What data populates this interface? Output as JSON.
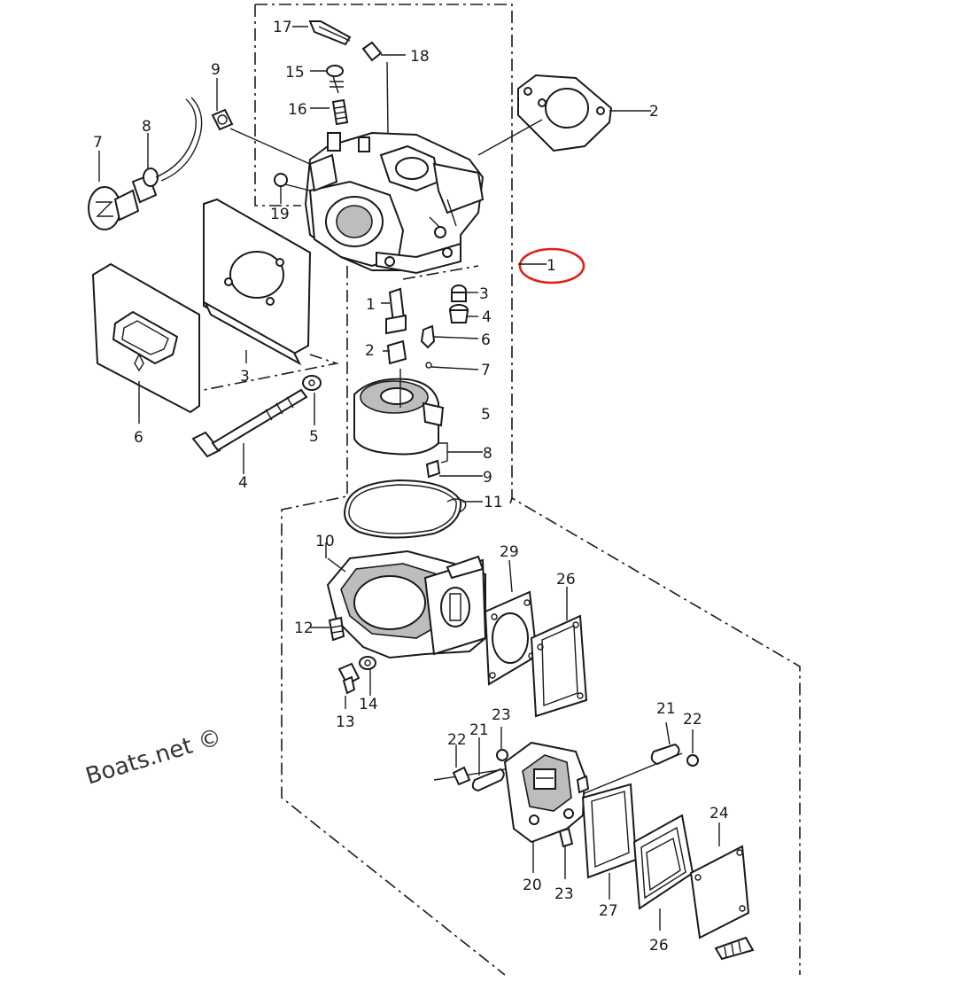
{
  "watermark": "Boats.net ©",
  "highlight_color": "#e0221b",
  "callouts": [
    {
      "id": "17",
      "text": "17"
    },
    {
      "id": "18",
      "text": "18"
    },
    {
      "id": "15",
      "text": "15"
    },
    {
      "id": "16",
      "text": "16"
    },
    {
      "id": "9a",
      "text": "9"
    },
    {
      "id": "8a",
      "text": "8"
    },
    {
      "id": "7a",
      "text": "7"
    },
    {
      "id": "2a",
      "text": "2"
    },
    {
      "id": "19",
      "text": "19"
    },
    {
      "id": "1a",
      "text": "1"
    },
    {
      "id": "1b",
      "text": "1"
    },
    {
      "id": "3a",
      "text": "3"
    },
    {
      "id": "3b",
      "text": "3"
    },
    {
      "id": "4a",
      "text": "4"
    },
    {
      "id": "4b",
      "text": "4"
    },
    {
      "id": "6a",
      "text": "6"
    },
    {
      "id": "6b",
      "text": "6"
    },
    {
      "id": "2b",
      "text": "2"
    },
    {
      "id": "7b",
      "text": "7"
    },
    {
      "id": "5a",
      "text": "5"
    },
    {
      "id": "5b",
      "text": "5"
    },
    {
      "id": "8b",
      "text": "8"
    },
    {
      "id": "9b",
      "text": "9"
    },
    {
      "id": "11",
      "text": "11"
    },
    {
      "id": "10",
      "text": "10"
    },
    {
      "id": "29",
      "text": "29"
    },
    {
      "id": "26a",
      "text": "26"
    },
    {
      "id": "12",
      "text": "12"
    },
    {
      "id": "14",
      "text": "14"
    },
    {
      "id": "13",
      "text": "13"
    },
    {
      "id": "23a",
      "text": "23"
    },
    {
      "id": "22a",
      "text": "22"
    },
    {
      "id": "21a",
      "text": "21"
    },
    {
      "id": "21b",
      "text": "21"
    },
    {
      "id": "22b",
      "text": "22"
    },
    {
      "id": "24",
      "text": "24"
    },
    {
      "id": "20",
      "text": "20"
    },
    {
      "id": "23b",
      "text": "23"
    },
    {
      "id": "27",
      "text": "27"
    },
    {
      "id": "26b",
      "text": "26"
    }
  ]
}
